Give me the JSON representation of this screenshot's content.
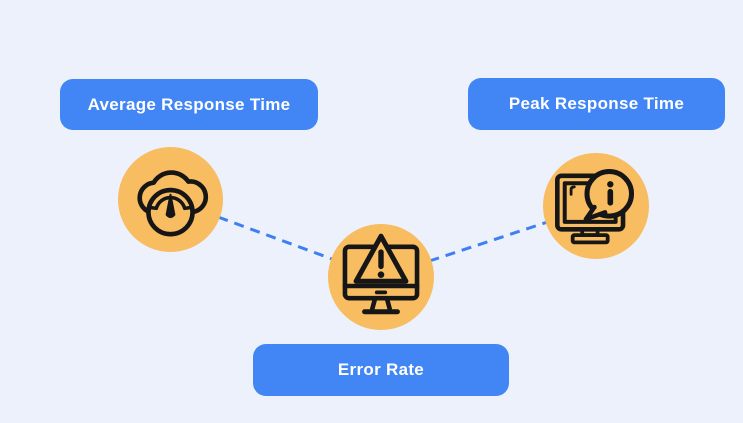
{
  "diagram": {
    "type": "metrics-infographic",
    "nodes": [
      {
        "id": "average-response-time",
        "label": "Average Response Time",
        "icon": "cloud-gauge-icon"
      },
      {
        "id": "peak-response-time",
        "label": "Peak Response Time",
        "icon": "monitor-info-bubble-icon"
      },
      {
        "id": "error-rate",
        "label": "Error Rate",
        "icon": "monitor-warning-icon"
      }
    ],
    "connectors": [
      {
        "from": "average-response-time",
        "to": "error-rate",
        "style": "dashed"
      },
      {
        "from": "error-rate",
        "to": "peak-response-time",
        "style": "dashed"
      }
    ]
  },
  "colors": {
    "background": "#ecf1fb",
    "label_pill": "#4285f5",
    "label_text": "#ffffff",
    "node_circle": "#f8bc61",
    "icon_stroke": "#161616",
    "connector": "#3e7ff1"
  }
}
